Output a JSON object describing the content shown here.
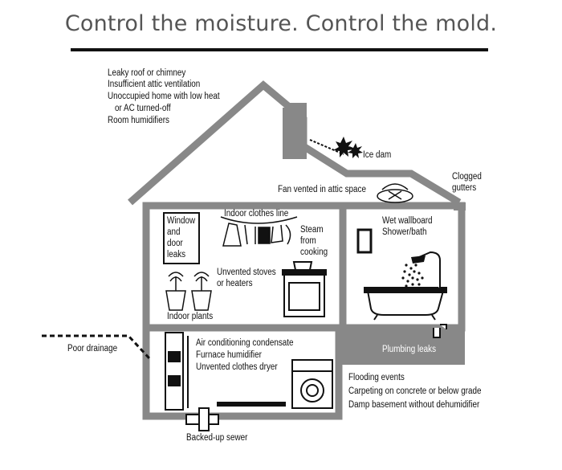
{
  "title": "Control the moisture. Control the mold.",
  "labels": {
    "attic_list": [
      "Leaky roof or chimney",
      "Insufficient attic ventilation",
      "Unoccupied home with low heat",
      "or AC turned-off",
      "Room humidifiers"
    ],
    "ice_dam": "Ice dam",
    "clogged_gutters": "Clogged\ngutters",
    "fan_vented": "Fan vented in attic space",
    "window_door": "Window\nand\ndoor\nleaks",
    "indoor_clothes_line": "Indoor clothes line",
    "steam": "Steam\nfrom\ncooking",
    "unvented_stoves": "Unvented stoves\nor heaters",
    "indoor_plants": "Indoor plants",
    "wet_wallboard": "Wet wallboard\nShower/bath",
    "poor_drainage": "Poor drainage",
    "basement_list": [
      "Air conditioning condensate",
      "Furnace humidifier",
      "Unvented clothes dryer"
    ],
    "plumbing_leaks": "Plumbing leaks",
    "flooding_list": [
      "Flooding events",
      "Carpeting on concrete or below grade",
      "Damp basement without dehumidifier"
    ],
    "backed_up_sewer": "Backed-up sewer"
  },
  "colors": {
    "wall": "#888888",
    "ink": "#111111",
    "title": "#555555"
  }
}
